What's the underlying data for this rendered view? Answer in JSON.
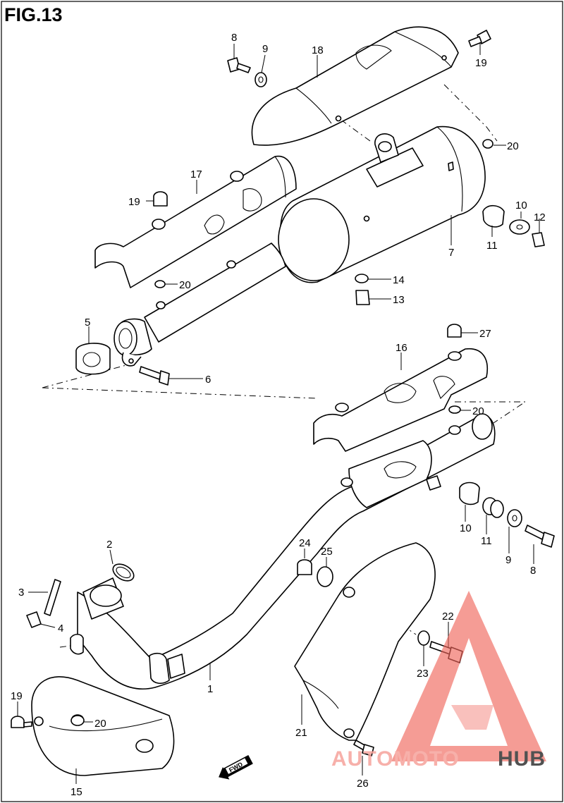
{
  "figure": {
    "title": "FIG.13"
  },
  "callouts": [
    {
      "id": "c8a",
      "text": "8"
    },
    {
      "id": "c9a",
      "text": "9"
    },
    {
      "id": "c18",
      "text": "18"
    },
    {
      "id": "c19a",
      "text": "19"
    },
    {
      "id": "c20a",
      "text": "20"
    },
    {
      "id": "c17",
      "text": "17"
    },
    {
      "id": "c19b",
      "text": "19"
    },
    {
      "id": "c10a",
      "text": "10"
    },
    {
      "id": "c12",
      "text": "12"
    },
    {
      "id": "c11a",
      "text": "11"
    },
    {
      "id": "c7",
      "text": "7"
    },
    {
      "id": "c20b",
      "text": "20"
    },
    {
      "id": "c14",
      "text": "14"
    },
    {
      "id": "c13",
      "text": "13"
    },
    {
      "id": "c5",
      "text": "5"
    },
    {
      "id": "c27",
      "text": "27"
    },
    {
      "id": "c16",
      "text": "16"
    },
    {
      "id": "c6",
      "text": "6"
    },
    {
      "id": "c20c",
      "text": "20"
    },
    {
      "id": "c10b",
      "text": "10"
    },
    {
      "id": "c11b",
      "text": "11"
    },
    {
      "id": "c9b",
      "text": "9"
    },
    {
      "id": "c8b",
      "text": "8"
    },
    {
      "id": "c2",
      "text": "2"
    },
    {
      "id": "c24",
      "text": "24"
    },
    {
      "id": "c25",
      "text": "25"
    },
    {
      "id": "c3",
      "text": "3"
    },
    {
      "id": "c4",
      "text": "4"
    },
    {
      "id": "c22",
      "text": "22"
    },
    {
      "id": "c23",
      "text": "23"
    },
    {
      "id": "c1",
      "text": "1"
    },
    {
      "id": "c19c",
      "text": "19"
    },
    {
      "id": "c20d",
      "text": "20"
    },
    {
      "id": "c21",
      "text": "21"
    },
    {
      "id": "c15",
      "text": "15"
    },
    {
      "id": "c26",
      "text": "26"
    }
  ],
  "direction_badge": {
    "label": "FWD"
  },
  "watermark": {
    "part1": "AUTOMOTO",
    "part2": "HUB",
    "colors": {
      "accent": "#f0645a",
      "light": "#f6a39c",
      "dark": "#333333"
    }
  }
}
